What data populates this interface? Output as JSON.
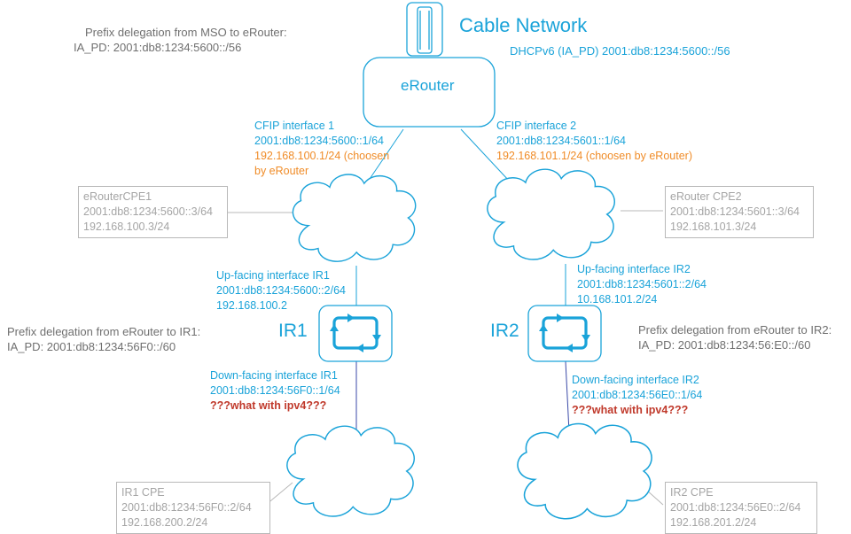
{
  "title": "Cable Network",
  "dhcp_label": "DHCPv6 (IA_PD) 2001:db8:1234:5600::/56",
  "prefix_mso": {
    "line1": "Prefix delegation from MSO to eRouter:",
    "line2": "IA_PD: 2001:db8:1234:5600::/56"
  },
  "erouter_label": "eRouter",
  "cfip1": {
    "title": "CFIP interface 1",
    "ipv6": "2001:db8:1234:5600::1/64",
    "ipv4": "192.168.100.1/24 (choosen",
    "ipv4_cont": "by eRouter"
  },
  "cfip2": {
    "title": "CFIP interface 2",
    "ipv6": "2001:db8:1234:5601::1/64",
    "ipv4": "192.168.101.1/24 (choosen by eRouter)"
  },
  "cpe1": {
    "name": "eRouterCPE1",
    "ipv6": "2001:db8:1234:5600::3/64",
    "ipv4": "192.168.100.3/24"
  },
  "cpe2": {
    "name": "eRouter CPE2",
    "ipv6": "2001:db8:1234:5601::3/64",
    "ipv4": "192.168.101.3/24"
  },
  "upir1": {
    "title": "Up-facing interface IR1",
    "ipv6": "2001:db8:1234:5600::2/64",
    "ipv4": "192.168.100.2"
  },
  "upir2": {
    "title": "Up-facing interface IR2",
    "ipv6": "2001:db8:1234:5601::2/64",
    "ipv4": "10.168.101.2/24"
  },
  "ir1_label": "IR1",
  "ir2_label": "IR2",
  "prefix_ir1": {
    "line1": "Prefix delegation from eRouter to IR1:",
    "line2": "IA_PD: 2001:db8:1234:56F0::/60"
  },
  "prefix_ir2": {
    "line1": "Prefix delegation from eRouter to IR2:",
    "line2": "IA_PD: 2001:db8:1234:56:E0::/60"
  },
  "downir1": {
    "title": "Down-facing interface IR1",
    "ipv6": "2001:db8:1234:56F0::1/64",
    "note": "???what with ipv4???"
  },
  "downir2": {
    "title": "Down-facing interface IR2",
    "ipv6": "2001:db8:1234:56E0::1/64",
    "note": "???what with ipv4???"
  },
  "ir1cpe": {
    "name": "IR1 CPE",
    "ipv6": "2001:db8:1234:56F0::2/64",
    "ipv4": "192.168.200.2/24"
  },
  "ir2cpe": {
    "name": "IR2 CPE",
    "ipv6": "2001:db8:1234:56E0::2/64",
    "ipv4": "192.168.201.2/24"
  },
  "colors": {
    "accent": "#1aa3d9",
    "orange": "#f08c28",
    "red": "#c0392b",
    "gray": "#a5a5a5"
  }
}
